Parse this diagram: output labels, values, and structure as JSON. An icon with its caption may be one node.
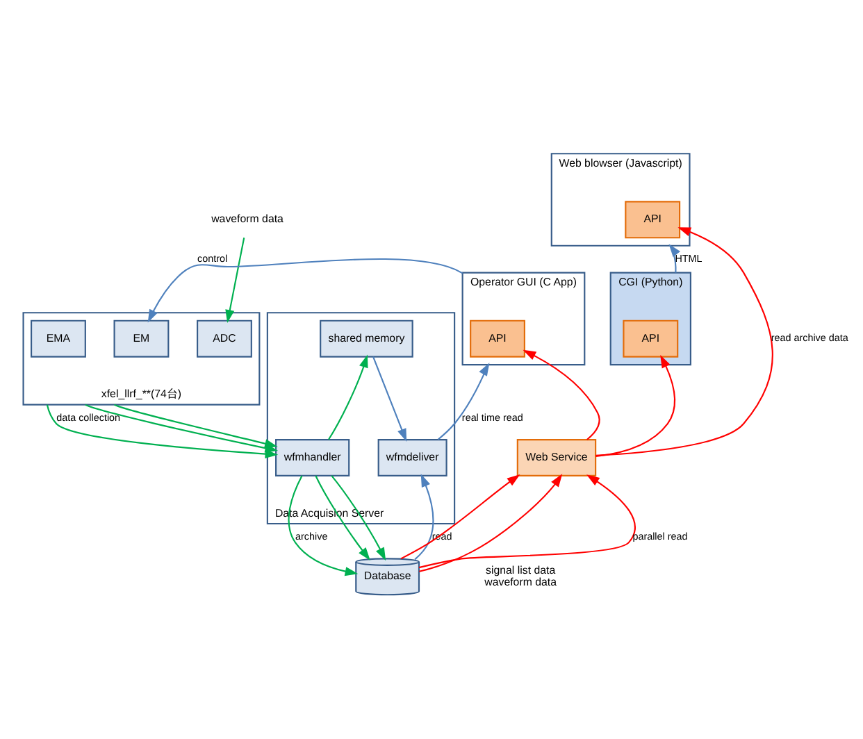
{
  "diagram": {
    "nodes": [
      {
        "text": [
          "waveform data"
        ]
      },
      {
        "text": [],
        "shape": "box",
        "beside": [
          "xfel_llrf_**(74台)"
        ]
      },
      {
        "text": [
          "ADC"
        ],
        "in": 1
      },
      {
        "text": [
          "EM"
        ],
        "in": 1
      },
      {
        "text": [
          "EMA"
        ],
        "in": 1
      },
      {
        "text": [
          "Operator GUI (C App)"
        ]
      },
      {
        "text": [
          "API"
        ],
        "in": 5
      },
      {
        "text": [
          "Web blowser (Javascript)"
        ]
      },
      {
        "text": [
          "API"
        ],
        "in": 7
      },
      {
        "text": [
          "CGI (Python)"
        ]
      },
      {
        "text": [
          "API"
        ],
        "in": 9
      },
      {
        "text": [
          "Data Acquision Server"
        ]
      },
      {
        "text": [
          "shared memory"
        ],
        "in": 11
      },
      {
        "text": [
          "wfmhandler"
        ],
        "in": 11
      },
      {
        "text": [
          "wfmdeliver"
        ],
        "in": 11
      },
      {
        "text": [
          "Web Service"
        ]
      },
      {
        "text": [
          "Database"
        ],
        "beside": [
          "signal list data",
          "waveform data"
        ]
      }
    ],
    "edges": [
      {
        "from": 0,
        "to": 2,
        "arrow": "to",
        "color": "#00b050"
      },
      {
        "from": 5,
        "to": 3,
        "arrow": "to",
        "label": "control",
        "color": "#4f81bd"
      },
      {
        "from": 1,
        "to": 13,
        "arrow": "to",
        "label": "data collection",
        "color": "#00b050"
      },
      {
        "from": 1,
        "to": 13,
        "arrow": "to",
        "color": "#00b050"
      },
      {
        "from": 1,
        "to": 13,
        "arrow": "to",
        "color": "#00b050"
      },
      {
        "from": 13,
        "to": 12,
        "arrow": "to",
        "color": "#00b050"
      },
      {
        "from": 12,
        "to": 14,
        "arrow": "to",
        "color": "#4f81bd"
      },
      {
        "from": 14,
        "to": 5,
        "arrow": "to",
        "label": "real time read",
        "color": "#4f81bd"
      },
      {
        "from": 16,
        "to": 14,
        "arrow": "to",
        "label": "read",
        "color": "#4f81bd"
      },
      {
        "from": 13,
        "to": 16,
        "arrow": "to",
        "label": "archive",
        "color": "#00b050"
      },
      {
        "from": 13,
        "to": 16,
        "arrow": "to",
        "color": "#00b050"
      },
      {
        "from": 13,
        "to": 16,
        "arrow": "to",
        "color": "#00b050"
      },
      {
        "from": 16,
        "to": 15,
        "arrow": "to",
        "label": "parallel read",
        "color": "#ff0000"
      },
      {
        "from": 16,
        "to": 15,
        "arrow": "to",
        "color": "#ff0000"
      },
      {
        "from": 16,
        "to": 15,
        "arrow": "to",
        "color": "#ff0000"
      },
      {
        "from": 15,
        "to": 6,
        "arrow": "to",
        "color": "#ff0000"
      },
      {
        "from": 15,
        "to": 8,
        "arrow": "to",
        "label": "read archive data",
        "color": "#ff0000"
      },
      {
        "from": 15,
        "to": 10,
        "arrow": "to",
        "color": "#ff0000"
      },
      {
        "from": 9,
        "to": 7,
        "arrow": "to",
        "label": "HTML",
        "color": "#4f81bd"
      }
    ]
  }
}
